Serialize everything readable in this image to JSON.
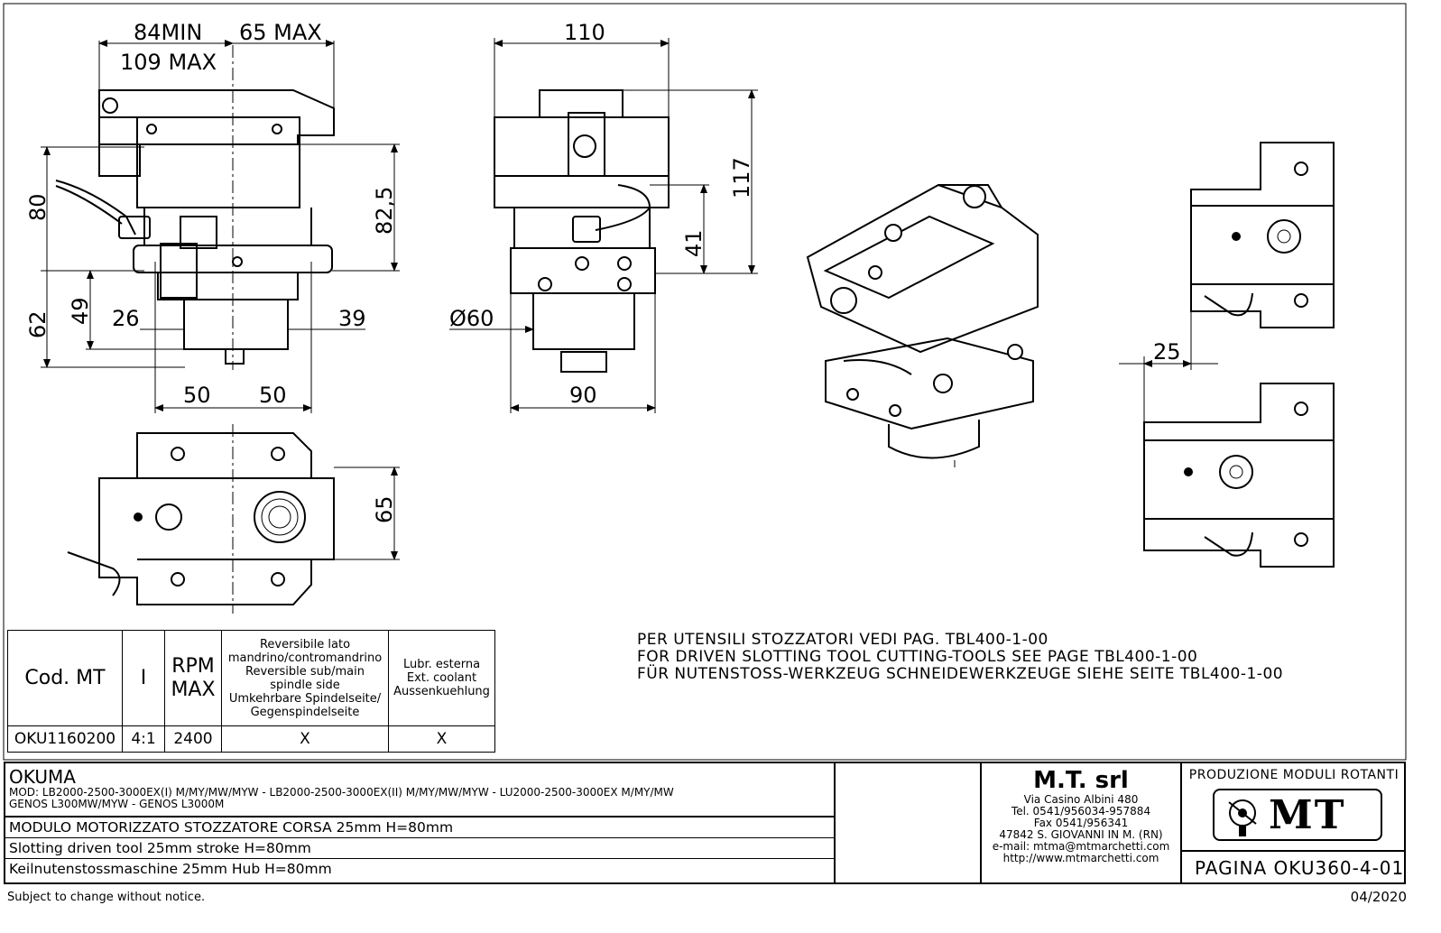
{
  "dimensions": {
    "d84min": "84MIN",
    "d65max": "65 MAX",
    "d109max": "109 MAX",
    "d80": "80",
    "d82_5": "82,5",
    "d62": "62",
    "d49": "49",
    "d26": "26",
    "d39": "39",
    "d50a": "50",
    "d50b": "50",
    "d110": "110",
    "d117": "117",
    "d41": "41",
    "d60": "Ø60",
    "d90": "90",
    "d65": "65",
    "d25": "25"
  },
  "spec_table": {
    "headers": {
      "code": "Cod. MT",
      "ratio": "I",
      "rpm": "RPM MAX",
      "reversible": [
        "Reversibile lato",
        "mandrino/contromandrino",
        "Reversible sub/main",
        "spindle side",
        "Umkehrbare Spindelseite/",
        "Gegenspindelseite"
      ],
      "coolant": [
        "Lubr. esterna",
        "Ext. coolant",
        "Aussenkuehlung"
      ]
    },
    "row": {
      "code": "OKU1160200",
      "ratio": "4:1",
      "rpm": "2400",
      "reversible": "X",
      "coolant": "X"
    }
  },
  "notes": [
    "PER UTENSILI STOZZATORI VEDI PAG. TBL400-1-00",
    "FOR DRIVEN SLOTTING TOOL CUTTING-TOOLS SEE PAGE TBL400-1-00",
    "FÜR NUTENSTOSS-WERKZEUG SCHNEIDEWERKZEUGE SIEHE SEITE TBL400-1-00"
  ],
  "title_block": {
    "brand": "OKUMA",
    "models": [
      "MOD: LB2000-2500-3000EX(I) M/MY/MW/MYW - LB2000-2500-3000EX(II) M/MY/MW/MYW - LU2000-2500-3000EX M/MY/MW",
      "GENOS L300MW/MYW - GENOS L3000M"
    ],
    "desc_it": "MODULO MOTORIZZATO STOZZATORE CORSA 25mm H=80mm",
    "desc_en": "Slotting driven tool 25mm stroke H=80mm",
    "desc_de": "Keilnutenstossmaschine 25mm Hub H=80mm",
    "company": {
      "name": "M.T. srl",
      "lines": [
        "Via Casino Albini 480",
        "Tel. 0541/956034-957884",
        "Fax 0541/956341",
        "47842 S. GIOVANNI IN M. (RN)",
        "e-mail: mtma@mtmarchetti.com",
        "http://www.mtmarchetti.com"
      ]
    },
    "product_line": "PRODUZIONE MODULI ROTANTI",
    "logo_text": "MT",
    "page": "PAGINA OKU360-4-01"
  },
  "footer": {
    "disclaimer": "Subject to change without notice.",
    "date": "04/2020"
  }
}
